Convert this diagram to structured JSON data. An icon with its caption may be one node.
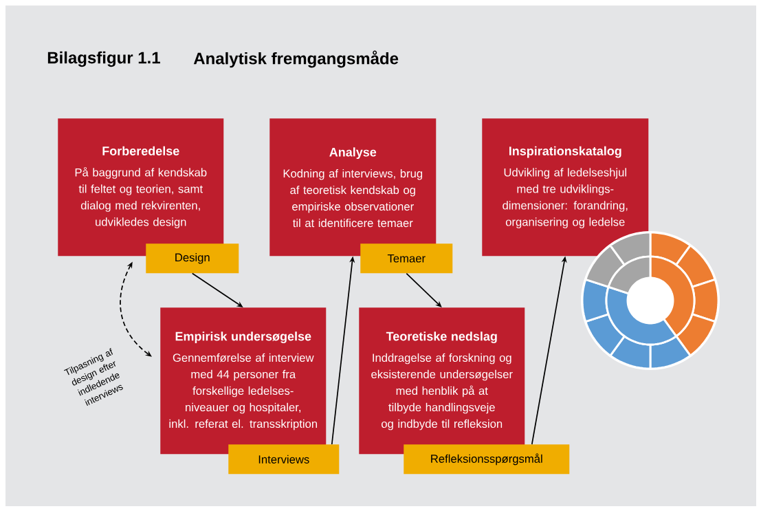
{
  "diagram": {
    "title": "Analytisk fremgangsmåde",
    "labels": [
      "Bilagsfigur 1.1"
    ],
    "nodes": [
      {
        "text": [
          "Forberedelse",
          "På baggrund af kendskab til feltet og teorien, samt dialog med rekvirenten, udvikledes design"
        ]
      },
      {
        "text": [
          "Design"
        ]
      },
      {
        "text": [
          "Analyse",
          "Kodning af interviews, brug af teoretisk kendskab og empiriske observationer til at identificere temaer"
        ]
      },
      {
        "text": [
          "Temaer"
        ]
      },
      {
        "text": [
          "Inspirationskatalog",
          "Udvikling af ledelseshjul med tre udviklings- dimensioner: forandring, organisering og ledelse"
        ]
      },
      {
        "text": [
          "Empirisk undersøgelse",
          "Gennemførelse af interview med 44 personer fra forskellige ledelses- niveauer og hospitaler, inkl. referat el. transskription"
        ]
      },
      {
        "text": [
          "Interviews"
        ]
      },
      {
        "text": [
          "Teoretiske nedslag",
          "Inddragelse af forskning og eksisterende undersøgelser med henblik på at tilbyde handlingsveje og indbyde til refleksion"
        ]
      },
      {
        "text": [
          "Refleksionsspørgsmål"
        ]
      }
    ],
    "edges": [
      {
        "from": 1,
        "to": 5,
        "arrow": "to"
      },
      {
        "from": 3,
        "to": 7,
        "arrow": "to"
      },
      {
        "from": 6,
        "to": 2,
        "arrow": "to"
      },
      {
        "from": 8,
        "to": 4,
        "arrow": "to"
      },
      {
        "from": 0,
        "to": 5,
        "arrow": "both",
        "style": "dashed",
        "label": "Tilpasning af design efter indledende interviews"
      }
    ]
  }
}
